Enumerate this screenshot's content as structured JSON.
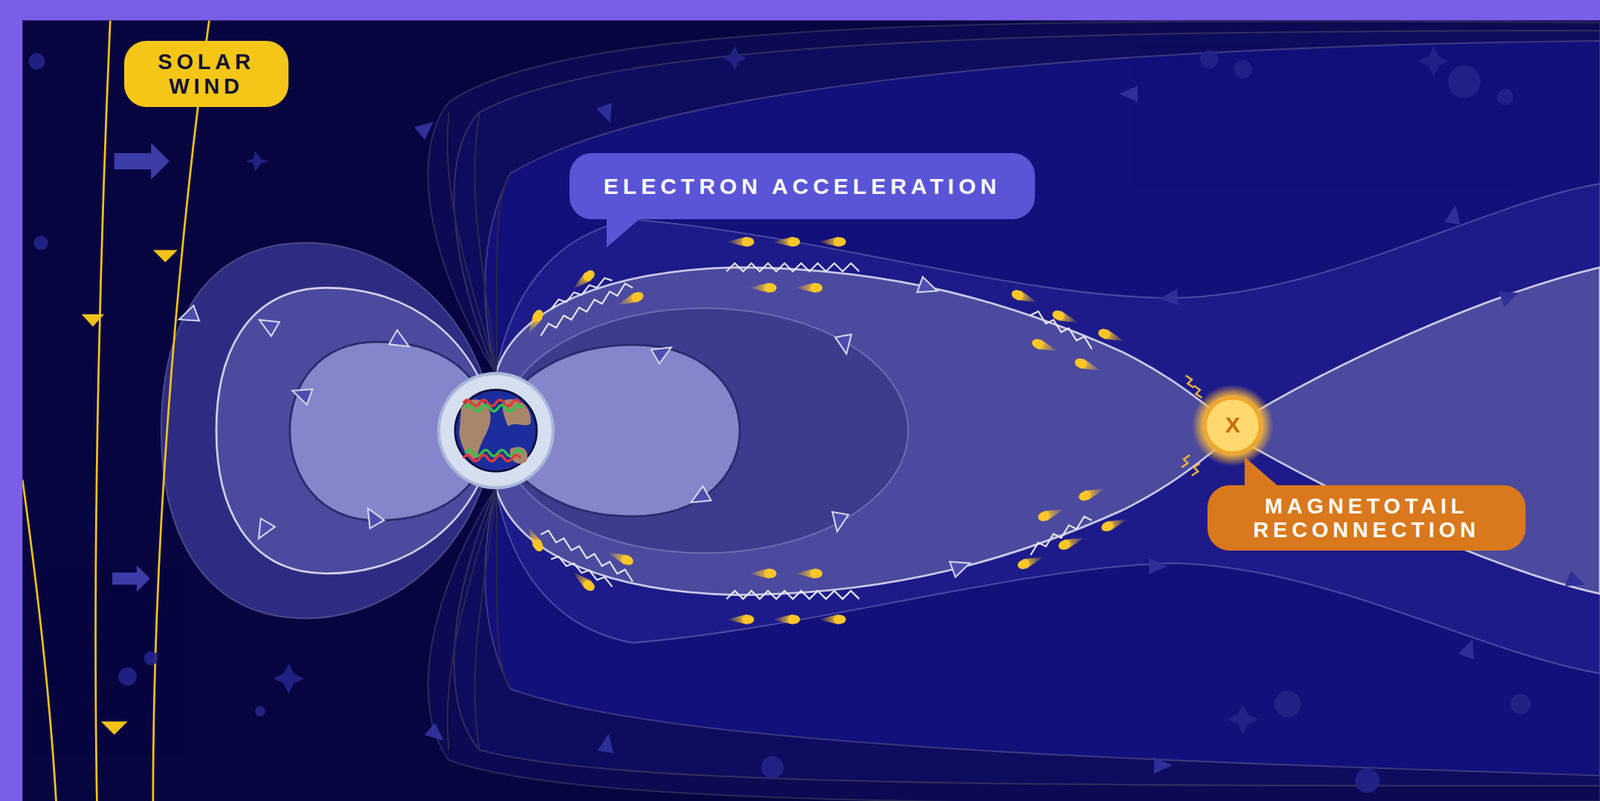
{
  "diagram": {
    "nodes": [
      {
        "text": [
          "SOLAR WIND"
        ]
      },
      {
        "text": [
          "ELECTRON ACCELERATION"
        ]
      },
      {
        "text": [
          "MAGNETOTAIL RECONNECTION"
        ]
      }
    ],
    "edges": [],
    "labels": [
      "X"
    ]
  }
}
